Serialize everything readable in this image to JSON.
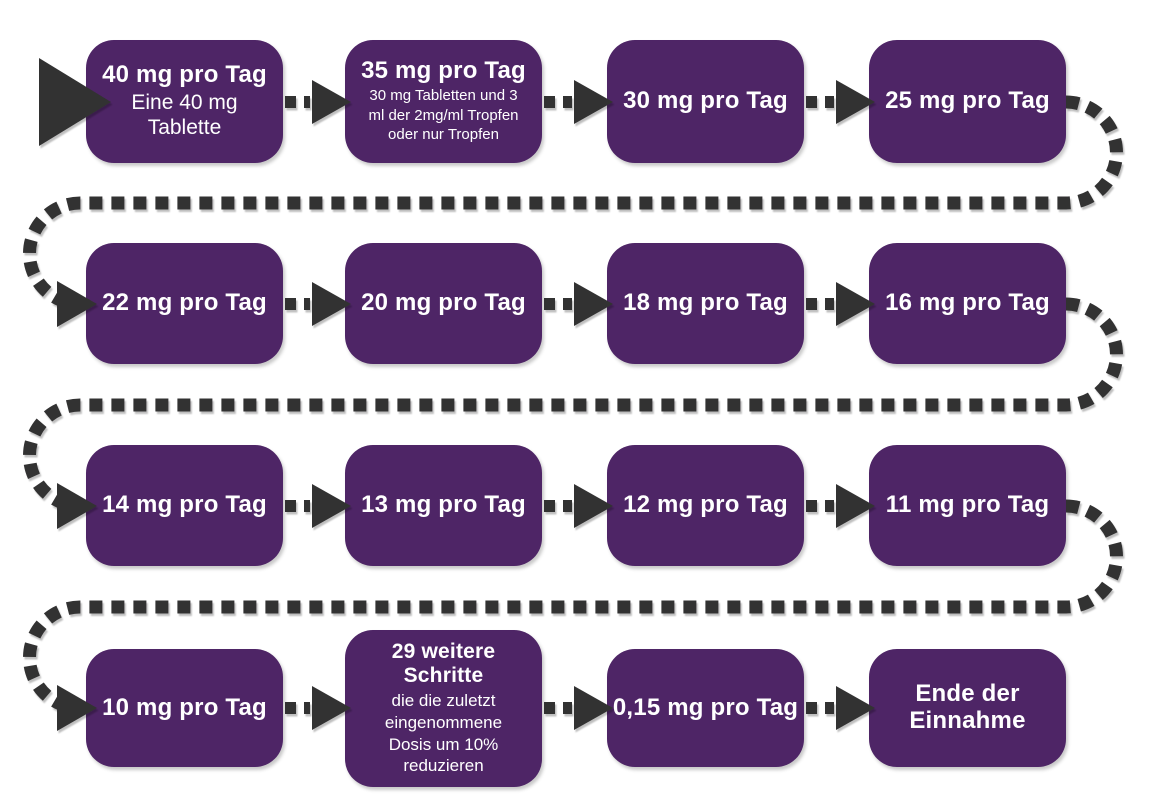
{
  "palette": {
    "box_fill": "#4e2566",
    "arrow_color": "#333233",
    "text_color": "#ffffff",
    "background": "#ffffff"
  },
  "flow": {
    "description": "serpentine-dose-taper-flowchart",
    "rows": [
      {
        "boxes": [
          {
            "title": "40 mg pro Tag",
            "subtitle": "Eine 40 mg\nTablette"
          },
          {
            "title": "35 mg pro Tag",
            "subtitle": "30 mg Tabletten und 3\nml der 2mg/ml Tropfen\noder nur Tropfen"
          },
          {
            "title": "30 mg pro Tag",
            "subtitle": ""
          },
          {
            "title": "25 mg pro Tag",
            "subtitle": ""
          }
        ]
      },
      {
        "boxes": [
          {
            "title": "22 mg pro Tag",
            "subtitle": ""
          },
          {
            "title": "20 mg pro Tag",
            "subtitle": ""
          },
          {
            "title": "18 mg pro Tag",
            "subtitle": ""
          },
          {
            "title": "16 mg pro Tag",
            "subtitle": ""
          }
        ]
      },
      {
        "boxes": [
          {
            "title": "14 mg pro Tag",
            "subtitle": ""
          },
          {
            "title": "13 mg pro Tag",
            "subtitle": ""
          },
          {
            "title": "12 mg pro Tag",
            "subtitle": ""
          },
          {
            "title": "11 mg pro Tag",
            "subtitle": ""
          }
        ]
      },
      {
        "boxes": [
          {
            "title": "10 mg pro Tag",
            "subtitle": ""
          },
          {
            "title": "29 weitere\nSchritte",
            "subtitle": "die die zuletzt\neingenommene\nDosis um 10%\nreduzieren"
          },
          {
            "title": "0,15 mg pro Tag",
            "subtitle": ""
          },
          {
            "title": "Ende der\nEinnahme",
            "subtitle": ""
          }
        ]
      }
    ]
  }
}
